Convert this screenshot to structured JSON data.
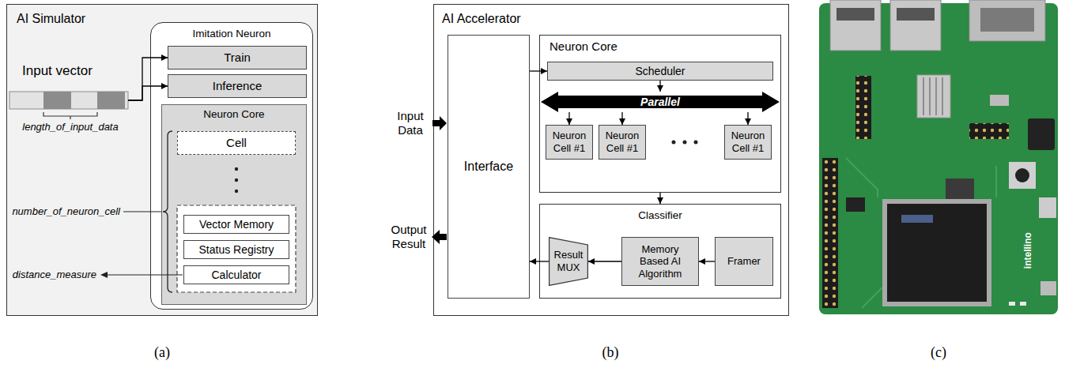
{
  "diagram": {
    "nodes": [
      {
        "text": [
          "AI Simulator"
        ]
      },
      {
        "text": [
          "Input vector"
        ],
        "in": 0
      },
      {
        "text": [
          "Imitation Neuron"
        ],
        "in": 0
      },
      {
        "text": [
          "Train"
        ],
        "in": 2
      },
      {
        "text": [
          "Inference"
        ],
        "in": 2
      },
      {
        "text": [
          "Neuron Core"
        ],
        "in": 2
      },
      {
        "text": [
          "Cell"
        ],
        "in": 5
      },
      {
        "text": [
          "Vector Memory"
        ],
        "in": 5
      },
      {
        "text": [
          "Status Registry"
        ],
        "in": 5
      },
      {
        "text": [
          "Calculator"
        ],
        "in": 5
      },
      {
        "text": [
          "AI Accelerator"
        ]
      },
      {
        "text": [
          "Interface"
        ],
        "in": 10
      },
      {
        "text": [
          "Neuron Core"
        ],
        "in": 10
      },
      {
        "text": [
          "Scheduler"
        ],
        "in": 12
      },
      {
        "text": [
          "Parallel"
        ],
        "in": 12
      },
      {
        "text": [
          "Neuron Cell #1"
        ],
        "in": 12
      },
      {
        "text": [
          "Neuron Cell #1"
        ],
        "in": 12
      },
      {
        "text": [
          "Neuron Cell #1"
        ],
        "in": 12
      },
      {
        "text": [
          "Classifier"
        ],
        "in": 10
      },
      {
        "text": [
          "Result MUX"
        ],
        "in": 18
      },
      {
        "text": [
          "Memory Based AI Algorithm"
        ],
        "in": 18
      },
      {
        "text": [
          "Framer"
        ],
        "in": 18
      }
    ],
    "edges": [
      {
        "from": 1,
        "to": 3,
        "arrow": "to"
      },
      {
        "from": 1,
        "to": 4,
        "arrow": "to"
      },
      {
        "from": 11,
        "to": 13,
        "arrow": "to"
      },
      {
        "from": 13,
        "to": 14,
        "arrow": "to"
      },
      {
        "from": 14,
        "to": 15,
        "arrow": "to"
      },
      {
        "from": 14,
        "to": 16,
        "arrow": "to"
      },
      {
        "from": 14,
        "to": 17,
        "arrow": "to"
      },
      {
        "from": 12,
        "to": 18,
        "arrow": "to"
      },
      {
        "from": 21,
        "to": 20,
        "arrow": "to"
      },
      {
        "from": 20,
        "to": 19,
        "arrow": "to"
      },
      {
        "from": 19,
        "to": 11,
        "arrow": "to"
      }
    ],
    "labels": [
      "length_of_input_data",
      "number_of_neuron_cell",
      "distance_measure",
      "Input Data",
      "Output Result",
      "intellino",
      "(a)",
      "(b)",
      "(c)"
    ]
  }
}
